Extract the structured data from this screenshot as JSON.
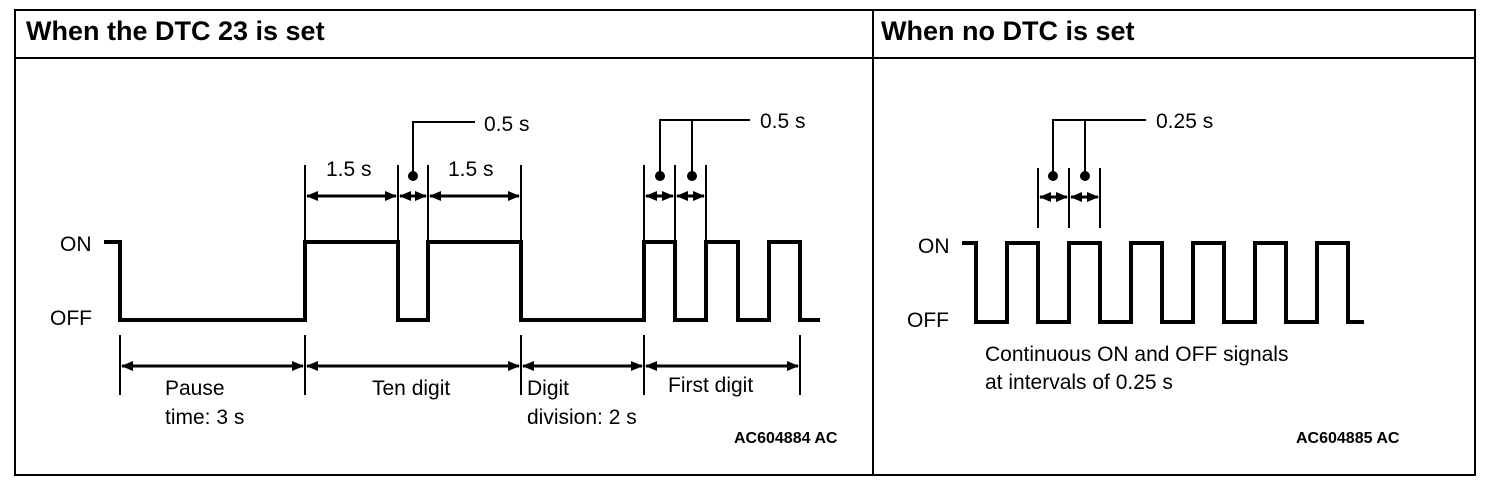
{
  "left_panel": {
    "title": "When the DTC 23 is set",
    "on_label": "ON",
    "off_label": "OFF",
    "dim_1_5_a": "1.5 s",
    "dim_1_5_b": "1.5 s",
    "dim_0_5_a": "0.5 s",
    "dim_0_5_b": "0.5 s",
    "pause_line1": "Pause",
    "pause_line2": "time: 3 s",
    "ten_digit": "Ten digit",
    "digit_division_line1": "Digit",
    "digit_division_line2": "division: 2 s",
    "first_digit": "First digit",
    "figure_code": "AC604884 AC"
  },
  "right_panel": {
    "title": "When no DTC is set",
    "on_label": "ON",
    "off_label": "OFF",
    "dim_0_25": "0.25 s",
    "desc_line1": "Continuous ON and OFF signals",
    "desc_line2": "at intervals of 0.25 s",
    "figure_code": "AC604885 AC"
  }
}
